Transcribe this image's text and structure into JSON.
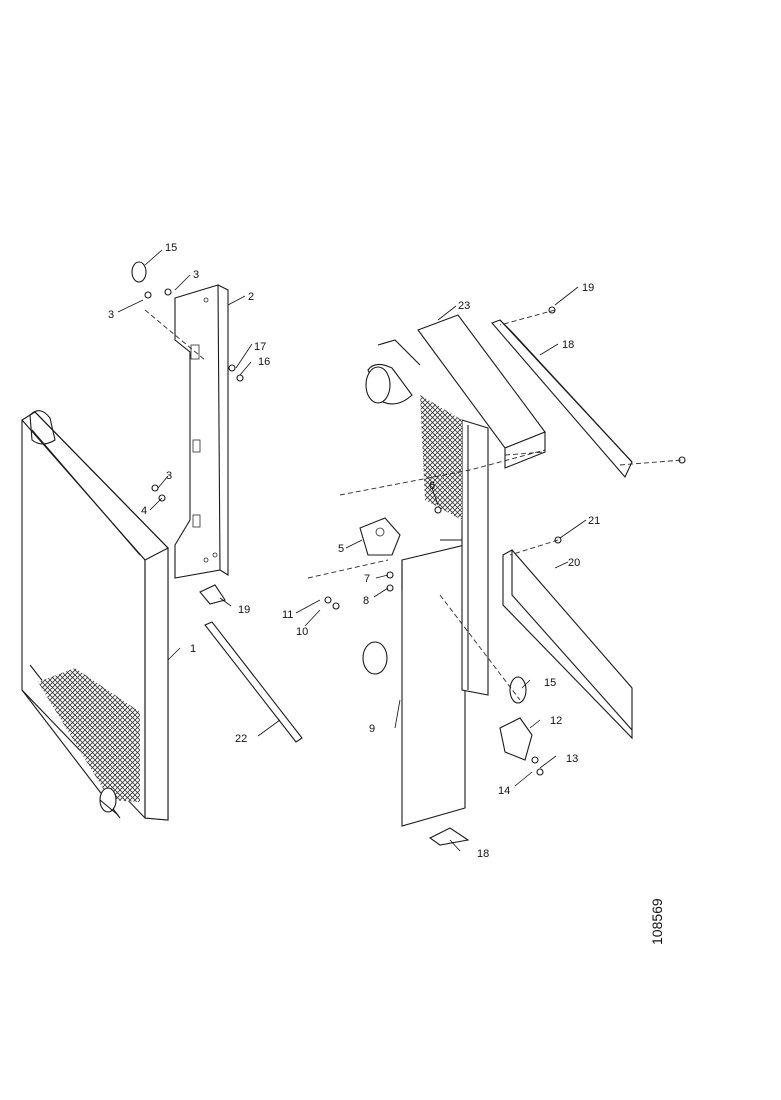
{
  "callouts": {
    "c1": "1",
    "c2": "2",
    "c3a": "3",
    "c3b": "3",
    "c3c": "3",
    "c4": "4",
    "c5": "5",
    "c6": "6",
    "c7": "7",
    "c8": "8",
    "c9": "9",
    "c10": "10",
    "c11": "11",
    "c12": "12",
    "c13": "13",
    "c14": "14",
    "c15a": "15",
    "c15b": "15",
    "c16": "16",
    "c17": "17",
    "c18a": "18",
    "c18b": "18",
    "c19a": "19",
    "c19b": "19",
    "c20": "20",
    "c21": "21",
    "c22": "22",
    "c23": "23"
  },
  "document_id": "108569"
}
